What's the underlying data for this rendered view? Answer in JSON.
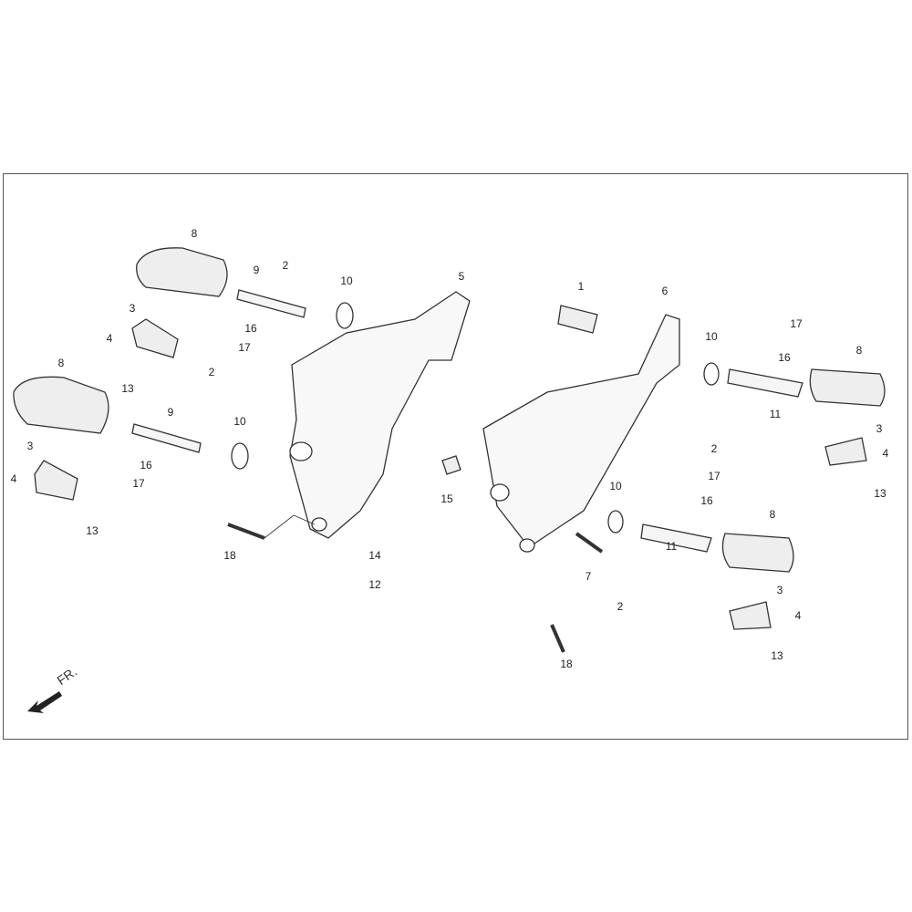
{
  "diagram": {
    "direction_label": "FR.",
    "callouts": [
      "8",
      "2",
      "9",
      "10",
      "5",
      "3",
      "4",
      "16",
      "17",
      "13",
      "2",
      "8",
      "10",
      "9",
      "3",
      "16",
      "4",
      "17",
      "13",
      "18",
      "15",
      "14",
      "12",
      "1",
      "6",
      "17",
      "10",
      "16",
      "8",
      "11",
      "2",
      "3",
      "4",
      "13",
      "17",
      "16",
      "10",
      "8",
      "7",
      "11",
      "3",
      "2",
      "4",
      "18",
      "13"
    ]
  }
}
